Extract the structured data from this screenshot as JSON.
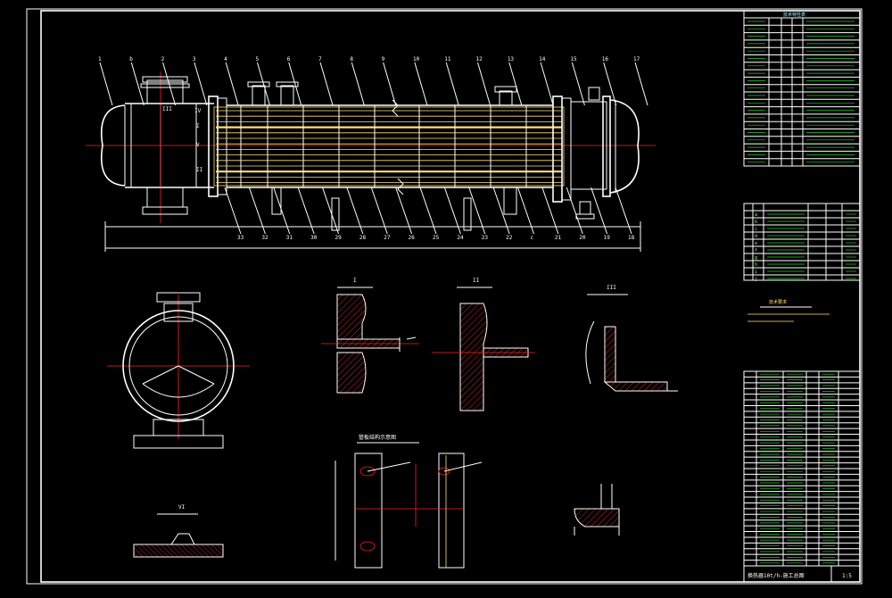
{
  "drawing": {
    "title_block_text": "换热器10t/h-施工总图",
    "sheet_label": "1:5",
    "balloons_top": [
      "1",
      "b",
      "2",
      "3",
      "4",
      "5",
      "6",
      "7",
      "8",
      "9",
      "10",
      "11",
      "12",
      "13",
      "14",
      "15",
      "16",
      "17"
    ],
    "balloons_bottom": [
      "33",
      "32",
      "31",
      "30",
      "29",
      "28",
      "27",
      "26",
      "25",
      "24",
      "23",
      "22",
      "c",
      "21",
      "20",
      "19",
      "18"
    ],
    "section_labels": {
      "I": "I",
      "II": "II",
      "III": "III",
      "VI": "VI",
      "tube_layout": "管板结构示意图"
    },
    "roman_markers": [
      "III",
      "IV",
      "I",
      "V",
      "II"
    ],
    "notes_title": "技术要求",
    "colors": {
      "background": "#000000",
      "line": "#ffffff",
      "center": "#ff2020",
      "tube": "#ffe070",
      "table_text": "#7fff7f",
      "dim": "#40e0ff"
    }
  },
  "spec_table": {
    "header": "技术特性表",
    "row_count": 20
  },
  "nozzle_table": {
    "rows": [
      "a",
      "b",
      "c",
      "d",
      "e",
      "f",
      "g",
      "h",
      "i",
      "j"
    ]
  },
  "parts_list": {
    "row_count": 34
  }
}
